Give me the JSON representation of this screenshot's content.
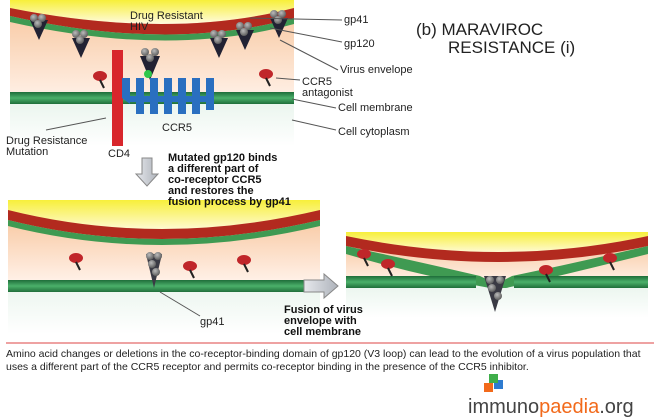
{
  "title": {
    "line1": "(b) MARAVIROC",
    "line2": "RESISTANCE (i)"
  },
  "labels": {
    "virus": "Drug Resistant",
    "virus2": "HIV",
    "gp41": "gp41",
    "gp120": "gp120",
    "envelope": "Virus envelope",
    "antagonist1": "CCR5",
    "antagonist2": "antagonist",
    "membrane": "Cell membrane",
    "cytoplasm": "Cell cytoplasm",
    "mutation1": "Drug Resistance",
    "mutation2": "Mutation",
    "cd4": "CD4",
    "ccr5": "CCR5",
    "gp41_lower": "gp41"
  },
  "step": {
    "line1": "Mutated gp120 binds",
    "line2": "a different part of",
    "line3": "co-receptor CCR5",
    "line4": "and restores the",
    "line5": "fusion process by gp41"
  },
  "fusion": {
    "line1": "Fusion of virus",
    "line2": "envelope with",
    "line3": "cell membrane"
  },
  "caption": "Amino acid changes or deletions in the co-receptor-binding domain of gp120 (V3 loop) can lead to the evolution of a virus population that uses a different part of the CCR5 receptor and permits co-receptor binding in the presence of the CCR5 inhibitor.",
  "logo": {
    "part1": "immuno",
    "part2": "paedia",
    "part3": ".org"
  },
  "colors": {
    "envelope_red": "#b22a1f",
    "envelope_green": "#3f9a52",
    "membrane_green": "#2e8b4a",
    "ccr5_blue": "#2a6fc0",
    "cd4_red": "#d8262c",
    "arrow_gray": "#c8ccd2"
  }
}
